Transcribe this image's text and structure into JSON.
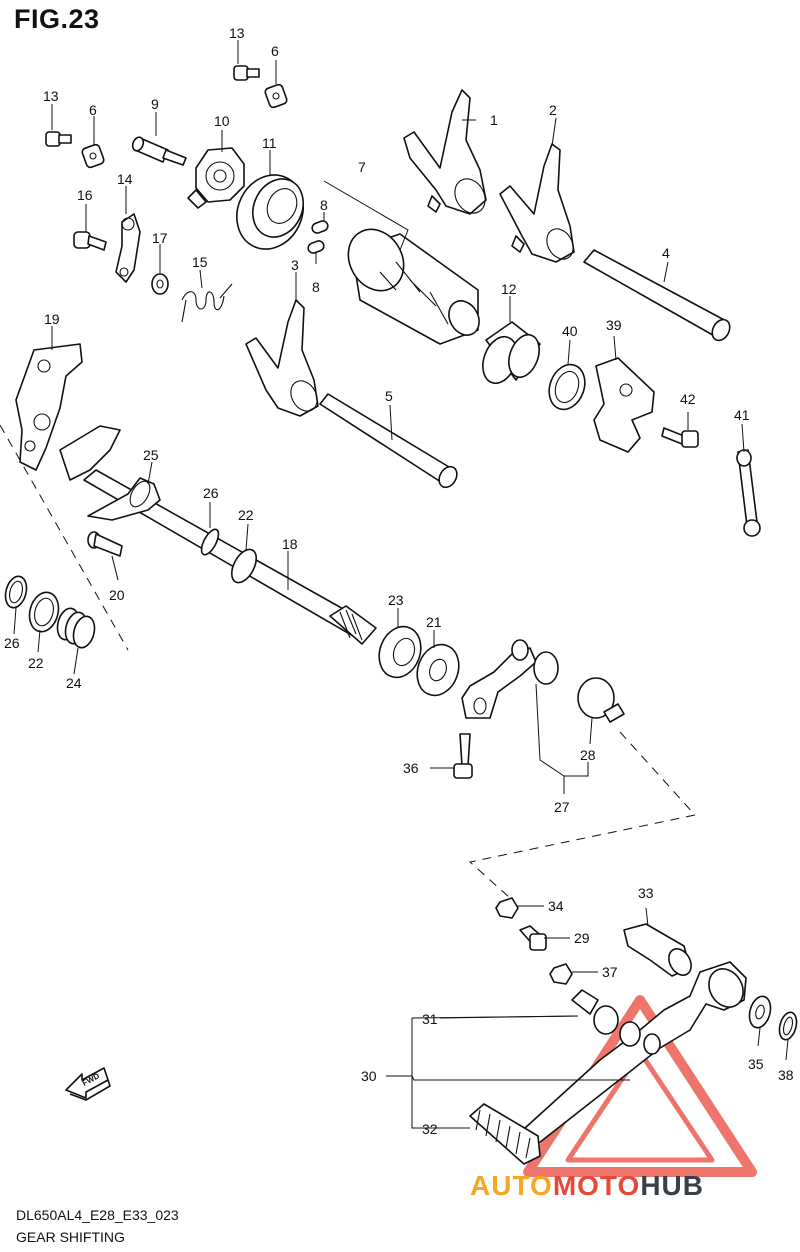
{
  "figure_title": "FIG.23",
  "model_code": "DL650AL4_E28_E33_023",
  "section_title": "GEAR SHIFTING",
  "fwd_label": "FWD",
  "part_labels": {
    "p1": "1",
    "p2": "2",
    "p3": "3",
    "p4": "4",
    "p5": "5",
    "p6a": "6",
    "p6b": "6",
    "p7": "7",
    "p8a": "8",
    "p8b": "8",
    "p9": "9",
    "p10": "10",
    "p11": "11",
    "p12": "12",
    "p13a": "13",
    "p13b": "13",
    "p14": "14",
    "p15": "15",
    "p16": "16",
    "p17": "17",
    "p18": "18",
    "p19": "19",
    "p20": "20",
    "p21": "21",
    "p22a": "22",
    "p22b": "22",
    "p23": "23",
    "p24": "24",
    "p25": "25",
    "p26a": "26",
    "p26b": "26",
    "p27": "27",
    "p28": "28",
    "p29": "29",
    "p30": "30",
    "p31": "31",
    "p32": "32",
    "p33": "33",
    "p34": "34",
    "p35": "35",
    "p36": "36",
    "p37": "37",
    "p38": "38",
    "p39": "39",
    "p40": "40",
    "p41": "41",
    "p42": "42"
  },
  "watermark": {
    "part1": "AUTO",
    "part2": "MOTO",
    "part3": "HUB",
    "colors": {
      "auto": "#f5a623",
      "moto": "#e8473a",
      "hub": "#3a3f4a",
      "triangle": "#e8473a"
    }
  }
}
